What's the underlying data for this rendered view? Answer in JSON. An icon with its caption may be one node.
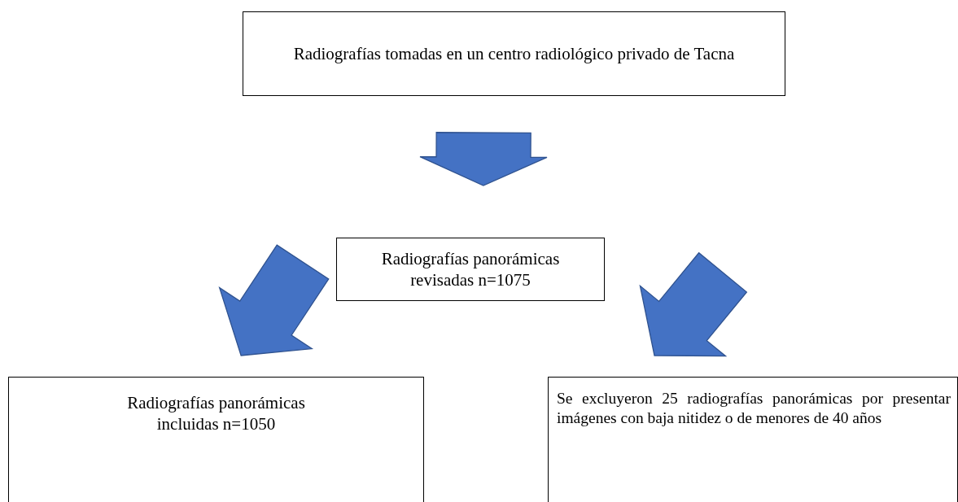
{
  "diagram": {
    "nodes": [
      {
        "text": [
          "Radiografías tomadas en un centro radiológico privado de Tacna"
        ]
      },
      {
        "text": [
          "Radiografías panorámicas revisadas n=1075"
        ]
      },
      {
        "text": [
          "Radiografías panorámicas incluidas n=1050"
        ]
      },
      {
        "text": [
          "Se excluyeron 25 radiografías panorámicas por presentar imágenes con baja nitidez o de menores de 40 años"
        ]
      }
    ],
    "edges": [
      {
        "from": 0,
        "to": 1,
        "arrow": "to"
      },
      {
        "from": 1,
        "to": 2,
        "arrow": "to"
      },
      {
        "from": 1,
        "to": 3,
        "arrow": "to"
      }
    ]
  }
}
